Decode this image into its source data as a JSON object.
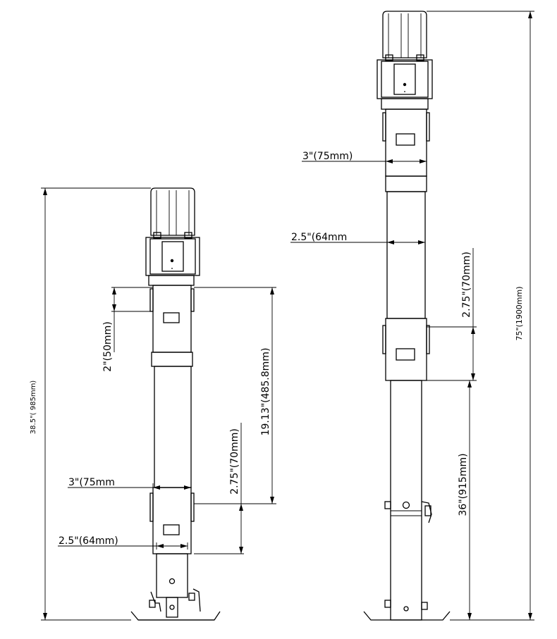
{
  "diagram": {
    "left_post": {
      "labels": {
        "total_height": "38.5\"( 985mm)",
        "collar_height": "2\"(50mm)",
        "travel": "19.13\"(485.8mm)",
        "lower_sleeve": "2.75\"(70mm)",
        "outer_width": "3\"(75mm",
        "inner_width": "2.5\"(64mm)"
      }
    },
    "right_post": {
      "labels": {
        "total_height": "75\"(1900mm)",
        "outer_width": "3\"(75mm)",
        "inner_width": "2.5\"(64mm",
        "lower_sleeve": "2.75\"(70mm)",
        "extension": "36\"(915mm)"
      }
    }
  }
}
